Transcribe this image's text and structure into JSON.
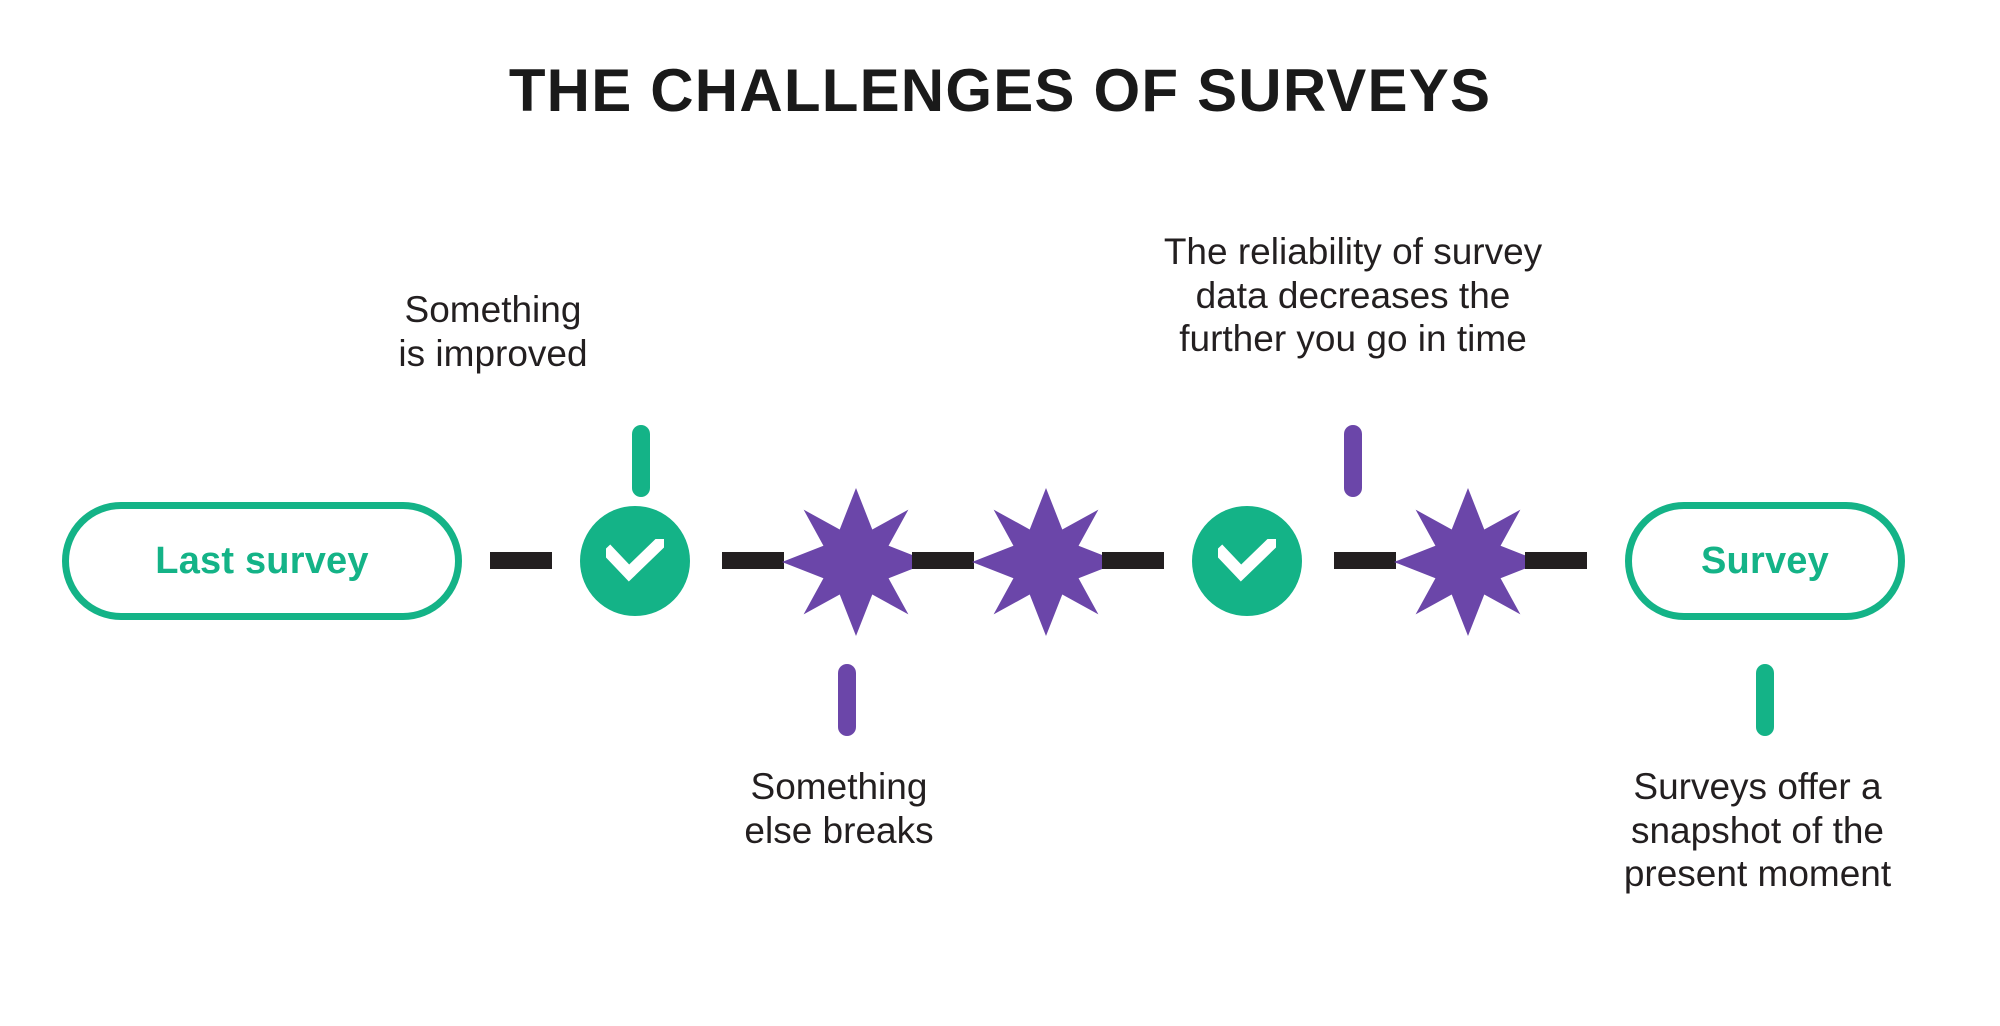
{
  "title": "THE CHALLENGES OF SURVEYS",
  "colors": {
    "green": "#14b387",
    "purple": "#6b46a9",
    "dash": "#231f20",
    "text": "#231f20",
    "background": "#ffffff"
  },
  "timeline": {
    "start_pill": {
      "label": "Last survey"
    },
    "end_pill": {
      "label": "Survey"
    },
    "nodes": [
      {
        "type": "check-circle",
        "icon": "check-icon",
        "color": "#14b387"
      },
      {
        "type": "starburst",
        "icon": "starburst-icon",
        "color": "#6b46a9"
      },
      {
        "type": "starburst",
        "icon": "starburst-icon",
        "color": "#6b46a9"
      },
      {
        "type": "check-circle",
        "icon": "check-icon",
        "color": "#14b387"
      },
      {
        "type": "starburst",
        "icon": "starburst-icon",
        "color": "#6b46a9"
      }
    ]
  },
  "callouts": {
    "improved": {
      "position": "above",
      "stem_color": "#14b387",
      "lines": [
        "Something",
        "is improved"
      ]
    },
    "breaks": {
      "position": "below",
      "stem_color": "#6b46a9",
      "lines": [
        "Something",
        "else breaks"
      ]
    },
    "reliability": {
      "position": "above",
      "stem_color": "#6b46a9",
      "lines": [
        "The reliability of survey",
        "data decreases the",
        "further you go in time"
      ]
    },
    "snapshot": {
      "position": "below",
      "stem_color": "#14b387",
      "lines": [
        "Surveys offer a",
        "snapshot of the",
        "present moment"
      ]
    }
  }
}
